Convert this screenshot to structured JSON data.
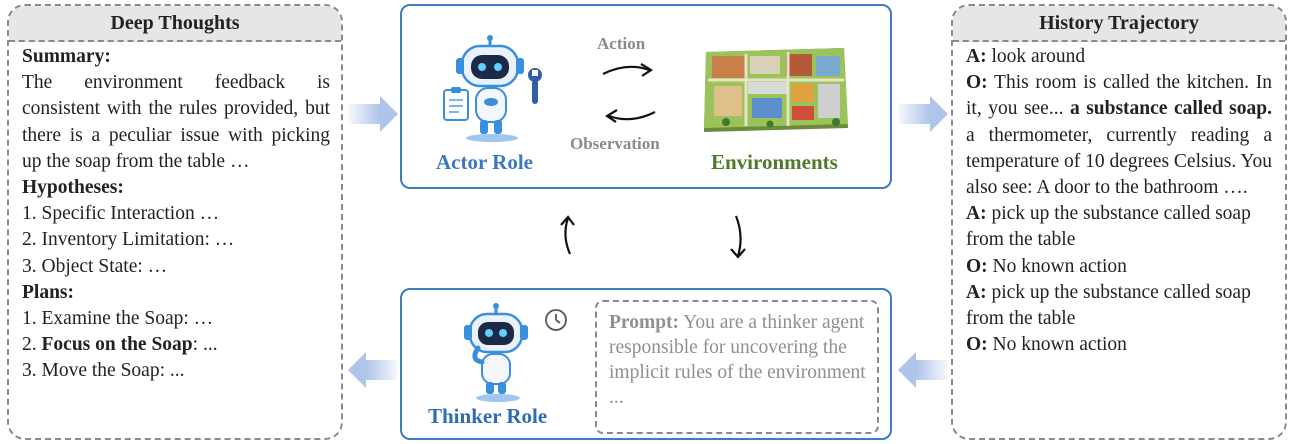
{
  "deep_thoughts": {
    "title": "Deep Thoughts",
    "summary_heading": "Summary:",
    "summary_text": "The environment feedback is consistent with the rules provided, but there is a peculiar issue with picking up the soap from the table …",
    "hypotheses_heading": "Hypotheses:",
    "hypotheses": [
      "1. Specific Interaction …",
      "2. Inventory Limitation: …",
      "3. Object State: …"
    ],
    "plans_heading": "Plans:",
    "plans": [
      {
        "prefix": "1. Examine the Soap: …",
        "bold": "",
        "suffix": ""
      },
      {
        "prefix": "2. ",
        "bold": "Focus on the Soap",
        "suffix": ": ..."
      },
      {
        "prefix": "3. Move the Soap: ...",
        "bold": "",
        "suffix": ""
      }
    ]
  },
  "actor": {
    "label": "Actor Role",
    "action_label": "Action",
    "observation_label": "Observation",
    "env_label": "Environments"
  },
  "thinker": {
    "label": "Thinker Role",
    "prompt_bold": "Prompt:",
    "prompt_text": " You are a thinker agent responsible for uncovering the implicit rules of the environment ..."
  },
  "history": {
    "title": "History Trajectory",
    "entries": [
      {
        "tag": "A:",
        "text": " look around",
        "bold_part": "",
        "after": ""
      },
      {
        "tag": "O:",
        "text": " This room is called the kitchen. In it, you see... ",
        "bold_part": "a substance called soap.",
        "after": " a thermometer, currently reading a temperature of 10 degrees Celsius. You also see:  A door to the bathroom …."
      },
      {
        "tag": "A:",
        "text": " pick up the substance called soap from the table",
        "bold_part": "",
        "after": ""
      },
      {
        "tag": "O:",
        "text": " No known action",
        "bold_part": "",
        "after": ""
      },
      {
        "tag": "A:",
        "text": " pick up the substance called soap from the table",
        "bold_part": "",
        "after": ""
      },
      {
        "tag": "O:",
        "text": " No known action",
        "bold_part": "",
        "after": ""
      }
    ]
  },
  "colors": {
    "blue_accent": "#3c7cc6",
    "actor_label": "#3b78c0",
    "env_label": "#4f7a2a",
    "thinker_label": "#2f6db3",
    "panel_border": "#8a8a8a",
    "header_fill": "#e6e6e6",
    "flow_arrow": "#aec4ea"
  },
  "icons": [
    "robot-actor-icon",
    "clipboard-icon",
    "wrench-icon",
    "environment-map-icon",
    "robot-thinker-icon",
    "clock-icon"
  ]
}
